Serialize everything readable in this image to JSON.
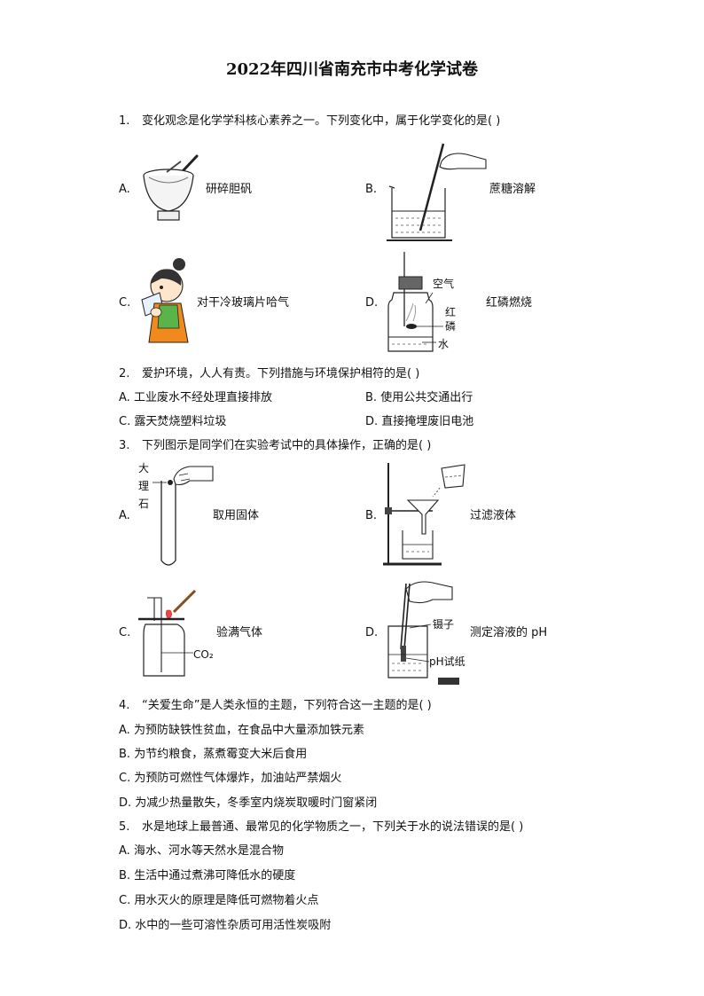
{
  "title": "2022年四川省南充市中考化学试卷",
  "q1": {
    "num": "1.",
    "stem": "变化观念是化学学科核心素养之一。下列变化中，属于化学变化的是(    )",
    "options": [
      {
        "letter": "A.",
        "text": "研碎胆矾"
      },
      {
        "letter": "B.",
        "text": "蔗糖溶解"
      },
      {
        "letter": "C.",
        "text": "对干冷玻璃片哈气"
      },
      {
        "letter": "D.",
        "text": "红磷燃烧"
      }
    ],
    "fig_d": {
      "air": "空气",
      "red": "红",
      "phos": "磷",
      "water": "水"
    }
  },
  "q2": {
    "num": "2.",
    "stem": "爱护环境，人人有责。下列措施与环境保护相符的是(    )",
    "options": [
      {
        "letter": "A.",
        "text": "工业废水不经处理直接排放"
      },
      {
        "letter": "B.",
        "text": "使用公共交通出行"
      },
      {
        "letter": "C.",
        "text": "露天焚烧塑料垃圾"
      },
      {
        "letter": "D.",
        "text": "直接掩埋废旧电池"
      }
    ]
  },
  "q3": {
    "num": "3.",
    "stem": "下列图示是同学们在实验考试中的具体操作，正确的是(    )",
    "options": [
      {
        "letter": "A.",
        "text": "取用固体"
      },
      {
        "letter": "B.",
        "text": "过滤液体"
      },
      {
        "letter": "C.",
        "text": "验满气体"
      },
      {
        "letter": "D.",
        "text": "测定溶液的 pH"
      }
    ],
    "fig_a": {
      "l1": "大",
      "l2": "理",
      "l3": "石"
    },
    "fig_c": {
      "gas": "CO₂"
    },
    "fig_d": {
      "tweezers": "镊子",
      "paper": "pH试纸"
    }
  },
  "q4": {
    "num": "4.",
    "stem": "“关爱生命”是人类永恒的主题，下列符合这一主题的是(    )",
    "options": [
      {
        "letter": "A.",
        "text": "为预防缺铁性贫血，在食品中大量添加铁元素"
      },
      {
        "letter": "B.",
        "text": "为节约粮食，蒸煮霉变大米后食用"
      },
      {
        "letter": "C.",
        "text": "为预防可燃性气体爆炸，加油站严禁烟火"
      },
      {
        "letter": "D.",
        "text": "为减少热量散失，冬季室内烧炭取暖时门窗紧闭"
      }
    ]
  },
  "q5": {
    "num": "5.",
    "stem": "水是地球上最普通、最常见的化学物质之一，下列关于水的说法错误的是(    )",
    "options": [
      {
        "letter": "A.",
        "text": "海水、河水等天然水是混合物"
      },
      {
        "letter": "B.",
        "text": "生活中通过煮沸可降低水的硬度"
      },
      {
        "letter": "C.",
        "text": "用水灭火的原理是降低可燃物着火点"
      },
      {
        "letter": "D.",
        "text": "水中的一些可溶性杂质可用活性炭吸附"
      }
    ]
  }
}
